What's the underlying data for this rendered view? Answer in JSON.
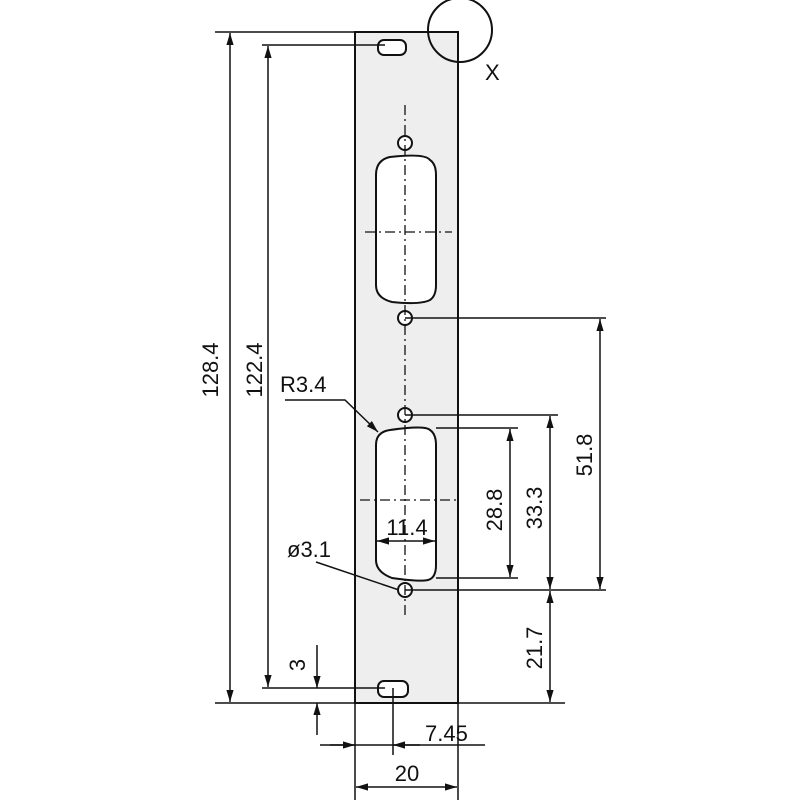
{
  "drawing": {
    "detail_label": "X",
    "panel_fill": "#eeeeee",
    "dimensions": {
      "overall_height": "128.4",
      "slot_spacing": "122.4",
      "connector_hole_span": "51.8",
      "lower_hole_span": "33.3",
      "cutout_height": "28.8",
      "bottom_offset": "21.7",
      "slot_offset": "3",
      "slot_x_offset": "7.45",
      "panel_width": "20",
      "cutout_width": "11.4",
      "corner_radius": "R3.4",
      "hole_diameter": "ø3.1"
    }
  }
}
